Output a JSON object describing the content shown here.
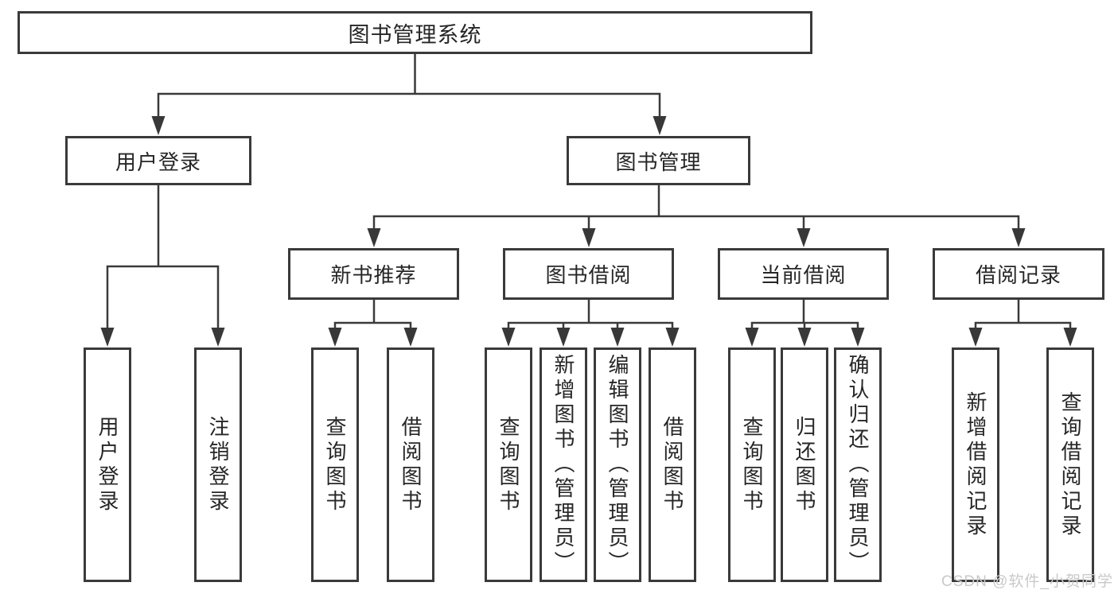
{
  "tree": {
    "root": {
      "label": "图书管理系统",
      "children": [
        {
          "label": "用户登录",
          "children": [
            {
              "label": "用户登录"
            },
            {
              "label": "注销登录"
            }
          ]
        },
        {
          "label": "图书管理",
          "children": [
            {
              "label": "新书推荐",
              "children": [
                {
                  "label": "查询图书"
                },
                {
                  "label": "借阅图书"
                }
              ]
            },
            {
              "label": "图书借阅",
              "children": [
                {
                  "label": "查询图书"
                },
                {
                  "label": "新增图书（管理员）"
                },
                {
                  "label": "编辑图书（管理员）"
                },
                {
                  "label": "借阅图书"
                }
              ]
            },
            {
              "label": "当前借阅",
              "children": [
                {
                  "label": "查询图书"
                },
                {
                  "label": "归还图书"
                },
                {
                  "label": "确认归还（管理员）"
                }
              ]
            },
            {
              "label": "借阅记录",
              "children": [
                {
                  "label": "新增借阅记录"
                },
                {
                  "label": "查询借阅记录"
                }
              ]
            }
          ]
        }
      ]
    }
  },
  "watermark": {
    "text": "CSDN @软件_小贺同学"
  },
  "colors": {
    "line": "#3a3a3a",
    "text": "#262626",
    "watermark_gray": "#c9c9c9",
    "background": "#ffffff"
  }
}
